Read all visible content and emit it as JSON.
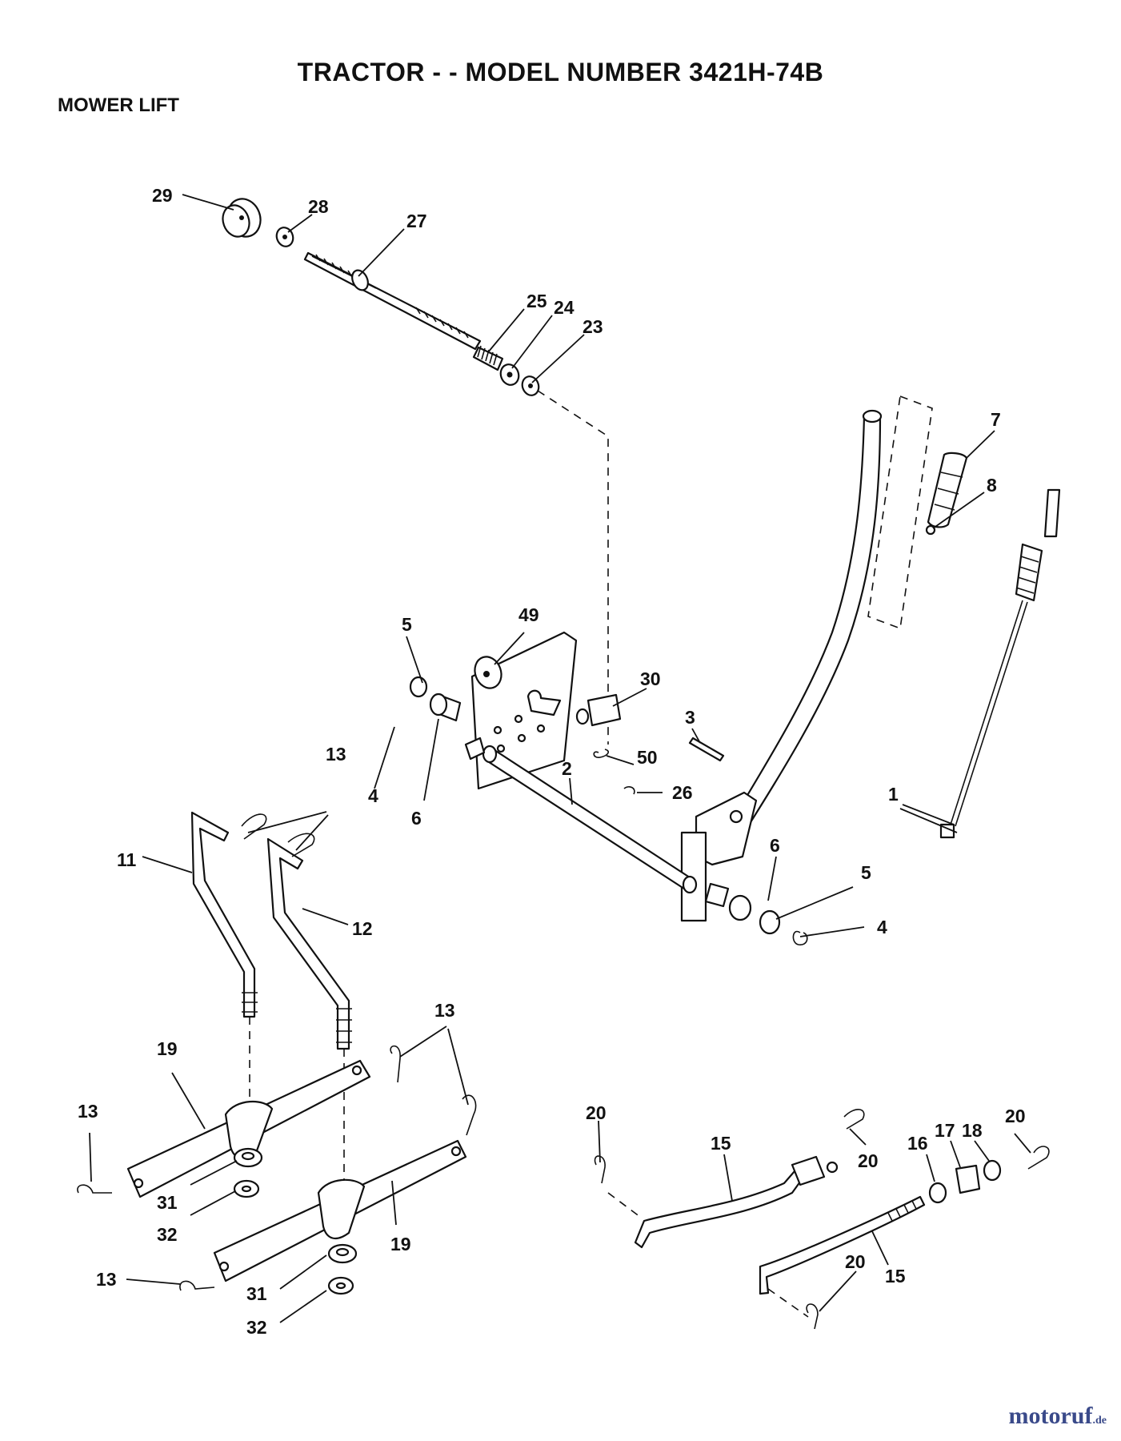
{
  "title": "TRACTOR - - MODEL NUMBER 3421H-74B",
  "section": "MOWER LIFT",
  "watermark": {
    "name": "motoruf",
    "suffix": ".de"
  },
  "labels": [
    {
      "id": "l29",
      "text": "29"
    },
    {
      "id": "l28",
      "text": "28"
    },
    {
      "id": "l27",
      "text": "27"
    },
    {
      "id": "l25",
      "text": "25"
    },
    {
      "id": "l24",
      "text": "24"
    },
    {
      "id": "l23",
      "text": "23"
    },
    {
      "id": "l7",
      "text": "7"
    },
    {
      "id": "l8",
      "text": "8"
    },
    {
      "id": "l49",
      "text": "49"
    },
    {
      "id": "l5a",
      "text": "5"
    },
    {
      "id": "l30",
      "text": "30"
    },
    {
      "id": "l3",
      "text": "3"
    },
    {
      "id": "l1",
      "text": "1"
    },
    {
      "id": "l2",
      "text": "2"
    },
    {
      "id": "l50",
      "text": "50"
    },
    {
      "id": "l26",
      "text": "26"
    },
    {
      "id": "l13a",
      "text": "13"
    },
    {
      "id": "l4a",
      "text": "4"
    },
    {
      "id": "l6a",
      "text": "6"
    },
    {
      "id": "l11",
      "text": "11"
    },
    {
      "id": "l12",
      "text": "12"
    },
    {
      "id": "l6b",
      "text": "6"
    },
    {
      "id": "l5b",
      "text": "5"
    },
    {
      "id": "l4b",
      "text": "4"
    },
    {
      "id": "l13b",
      "text": "13"
    },
    {
      "id": "l19a",
      "text": "19"
    },
    {
      "id": "l13c",
      "text": "13"
    },
    {
      "id": "l31a",
      "text": "31"
    },
    {
      "id": "l32a",
      "text": "32"
    },
    {
      "id": "l19b",
      "text": "19"
    },
    {
      "id": "l13d",
      "text": "13"
    },
    {
      "id": "l31b",
      "text": "31"
    },
    {
      "id": "l32b",
      "text": "32"
    },
    {
      "id": "l20a",
      "text": "20"
    },
    {
      "id": "l15a",
      "text": "15"
    },
    {
      "id": "l20b",
      "text": "20"
    },
    {
      "id": "l16",
      "text": "16"
    },
    {
      "id": "l17",
      "text": "17"
    },
    {
      "id": "l18",
      "text": "18"
    },
    {
      "id": "l20c",
      "text": "20"
    },
    {
      "id": "l20d",
      "text": "20"
    },
    {
      "id": "l15b",
      "text": "15"
    }
  ]
}
